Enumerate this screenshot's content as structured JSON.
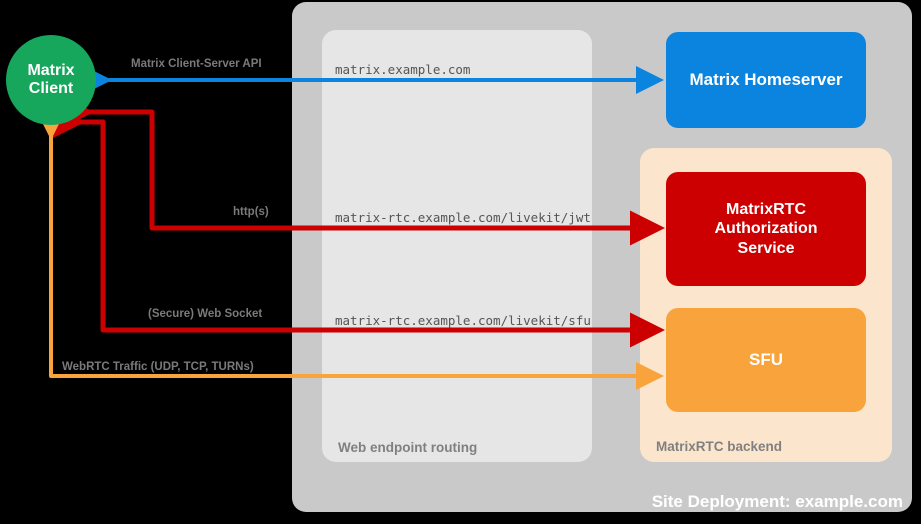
{
  "diagram": {
    "title": "Site Deployment: example.com",
    "background": "#000000"
  },
  "zones": {
    "site": {
      "label": "Site Deployment: example.com",
      "color": "#c9c9c9"
    },
    "web_routing": {
      "label": "Web endpoint routing",
      "color": "#e6e6e6"
    },
    "rtc_backend": {
      "label": "MatrixRTC backend",
      "color": "#fce5cd"
    }
  },
  "nodes": {
    "client": {
      "line1": "Matrix",
      "line2": "Client",
      "color": "#16a75c"
    },
    "homeserver": {
      "label": "Matrix Homeserver",
      "color": "#0b84e0"
    },
    "auth": {
      "line1": "MatrixRTC",
      "line2": "Authorization",
      "line3": "Service",
      "color": "#cc0000"
    },
    "sfu": {
      "label": "SFU",
      "color": "#f9a33c"
    }
  },
  "edges": [
    {
      "id": "cs-api",
      "protocol_label": "Matrix Client-Server API",
      "url_label": "matrix.example.com",
      "color": "#0b84e0",
      "from": "homeserver",
      "to": "client"
    },
    {
      "id": "jwt",
      "protocol_label": "http(s)",
      "url_label": "matrix-rtc.example.com/livekit/jwt",
      "color": "#cc0000",
      "from": "client",
      "to": "auth"
    },
    {
      "id": "sfu-ws",
      "protocol_label": "(Secure) Web Socket",
      "url_label": "matrix-rtc.example.com/livekit/sfu",
      "color": "#cc0000",
      "from": "client",
      "to": "sfu"
    },
    {
      "id": "webrtc",
      "protocol_label": "WebRTC Traffic (UDP, TCP, TURNs)",
      "url_label": "",
      "color": "#f9a33c",
      "from": "client",
      "to": "sfu"
    }
  ]
}
